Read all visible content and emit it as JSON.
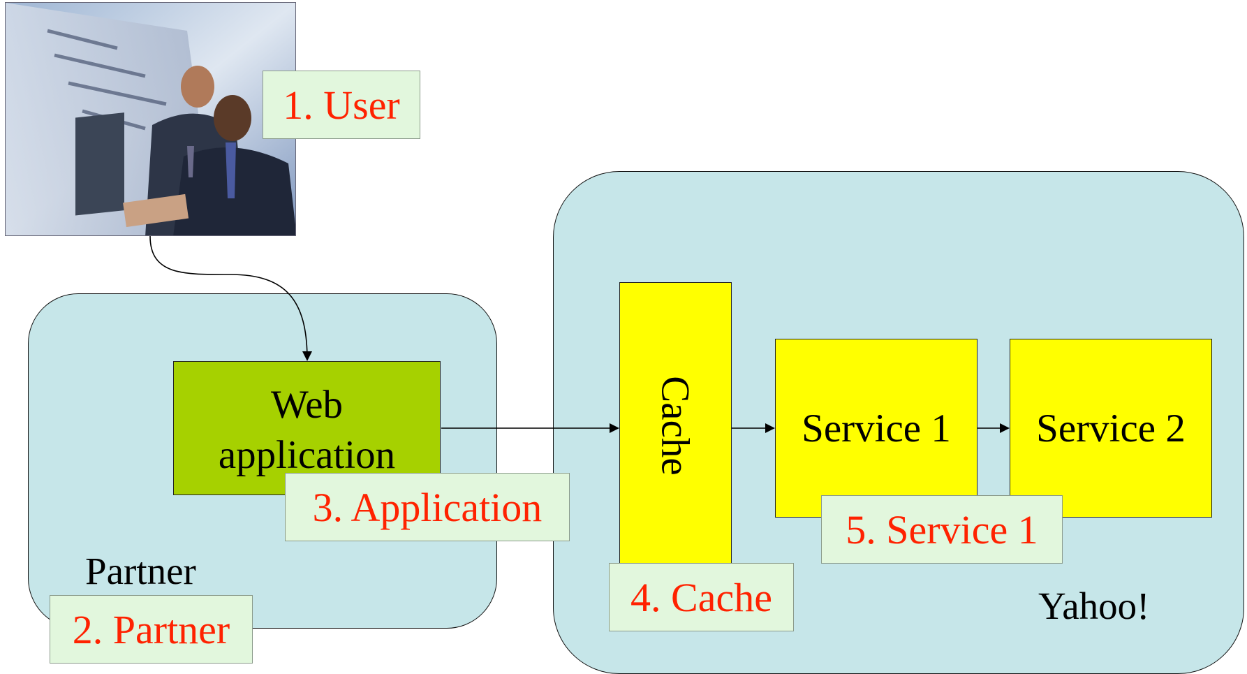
{
  "regions": {
    "partner": "Partner",
    "yahoo": "Yahoo!"
  },
  "boxes": {
    "webapp_line1": "Web",
    "webapp_line2": "application",
    "cache": "Cache",
    "service1": "Service 1",
    "service2": "Service 2"
  },
  "callouts": {
    "user": "1. User",
    "partner": "2. Partner",
    "application": "3. Application",
    "cache": "4. Cache",
    "service": "5. Service 1"
  },
  "photo": {
    "icon": "business-people-at-computer-photo"
  },
  "colors": {
    "region_fill": "#c6e6e9",
    "webapp_fill": "#a6d100",
    "component_fill": "#ffff00",
    "callout_fill": "#e2f7dd",
    "callout_text": "#ff2200"
  }
}
